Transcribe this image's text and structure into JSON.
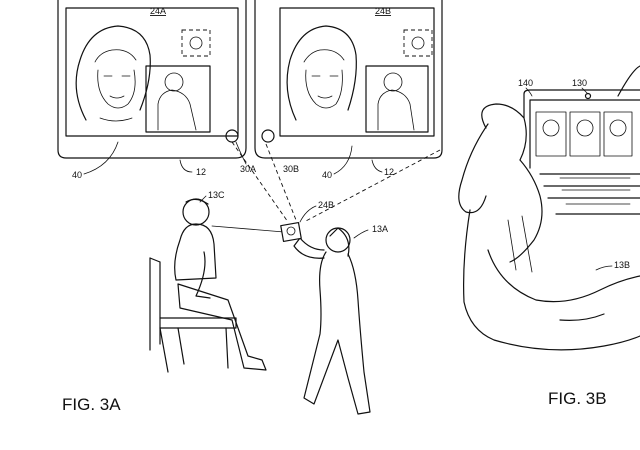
{
  "figures": {
    "fig3a": {
      "caption": "FIG. 3A"
    },
    "fig3b": {
      "caption": "FIG. 3B"
    }
  },
  "reference_labels": {
    "screen_24a": "24A",
    "screen_24b": "24B",
    "device_12_left": "12",
    "device_12_right": "12",
    "display_40_left": "40",
    "display_40_right": "40",
    "camera_30a": "30A",
    "camera_30b": "30B",
    "person_13c": "13C",
    "device_24b": "24B",
    "person_13a": "13A",
    "display_140": "140",
    "camera_130": "130",
    "person_13b": "13B"
  }
}
